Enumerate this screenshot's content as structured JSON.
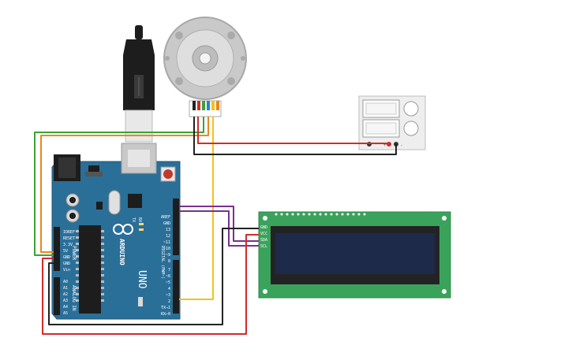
{
  "arduino": {
    "brand": "ARDUINO",
    "model": "UNO",
    "power_label": "POWER",
    "analog_label": "ANALOG IN",
    "digital_label": "DIGITAL (PWM~)",
    "tx_label": "TX",
    "rx_label": "RX",
    "power_pins": [
      "IOREF",
      "RESET",
      "3.3V",
      "5V",
      "GND",
      "GND",
      "Vin"
    ],
    "analog_pins": [
      "A0",
      "A1",
      "A2",
      "A3",
      "A4",
      "A5"
    ],
    "top_pins": [
      "AREF",
      "GND",
      "13",
      "12",
      "~11",
      "~10",
      "~9",
      "8"
    ],
    "bottom_pins": [
      "7",
      "~6",
      "~5",
      "4",
      "~3",
      "2",
      "TX→1",
      "RX←0"
    ]
  },
  "lcd": {
    "pins": [
      "GND",
      "VCC",
      "SDA",
      "SCL"
    ]
  },
  "power_supply": {
    "labels": [
      "+",
      "-"
    ]
  },
  "colors": {
    "board": "#2a6f98",
    "lcd_board": "#3aa35b",
    "lcd_screen": "#1e2a4a",
    "wire_red": "#d42a2a",
    "wire_black": "#222222",
    "wire_green": "#3aa335",
    "wire_orange": "#e8871e",
    "wire_yellow": "#f2c21b",
    "wire_purple": "#7a2f8f"
  }
}
